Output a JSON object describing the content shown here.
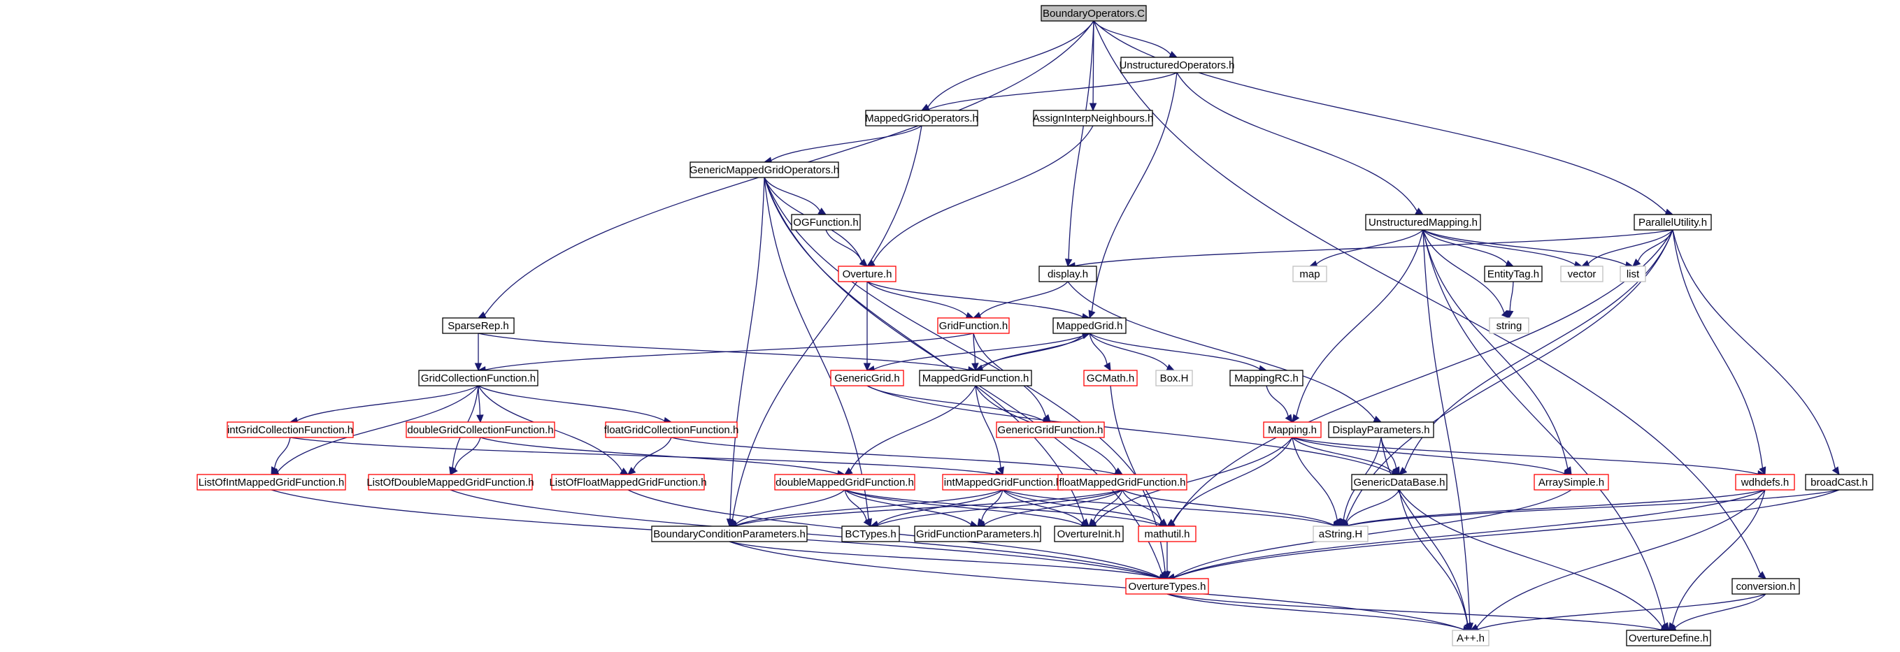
{
  "colors": {
    "edge": "#191970",
    "selected_fill": "#bfbfbf",
    "border_black": "#000000",
    "border_red": "#ff0000",
    "border_gray": "#bfbfbf"
  },
  "nodes": [
    {
      "id": "boundary_c",
      "label": "BoundaryOperators.C",
      "style": "selected"
    },
    {
      "id": "unstructured_ops",
      "label": "UnstructuredOperators.h",
      "style": "black"
    },
    {
      "id": "mapped_grid_ops",
      "label": "MappedGridOperators.h",
      "style": "black"
    },
    {
      "id": "assign_interp",
      "label": "AssignInterpNeighbours.h",
      "style": "black"
    },
    {
      "id": "generic_mgo",
      "label": "GenericMappedGridOperators.h",
      "style": "black"
    },
    {
      "id": "unstructured_mapping",
      "label": "UnstructuredMapping.h",
      "style": "black"
    },
    {
      "id": "parallel_utility",
      "label": "ParallelUtility.h",
      "style": "black"
    },
    {
      "id": "ogfunction",
      "label": "OGFunction.h",
      "style": "black"
    },
    {
      "id": "overture",
      "label": "Overture.h",
      "style": "red"
    },
    {
      "id": "display",
      "label": "display.h",
      "style": "black"
    },
    {
      "id": "map",
      "label": "map",
      "style": "gray"
    },
    {
      "id": "entitytag",
      "label": "EntityTag.h",
      "style": "black"
    },
    {
      "id": "vector",
      "label": "vector",
      "style": "gray"
    },
    {
      "id": "list",
      "label": "list",
      "style": "gray"
    },
    {
      "id": "string",
      "label": "string",
      "style": "gray"
    },
    {
      "id": "sparserep",
      "label": "SparseRep.h",
      "style": "black"
    },
    {
      "id": "gridfunction",
      "label": "GridFunction.h",
      "style": "red"
    },
    {
      "id": "mappedgrid",
      "label": "MappedGrid.h",
      "style": "black"
    },
    {
      "id": "gcf",
      "label": "GridCollectionFunction.h",
      "style": "black"
    },
    {
      "id": "genericgrid",
      "label": "GenericGrid.h",
      "style": "red"
    },
    {
      "id": "mgf",
      "label": "MappedGridFunction.h",
      "style": "black"
    },
    {
      "id": "gcmath",
      "label": "GCMath.h",
      "style": "red"
    },
    {
      "id": "boxh",
      "label": "Box.H",
      "style": "gray"
    },
    {
      "id": "mappingrc",
      "label": "MappingRC.h",
      "style": "black"
    },
    {
      "id": "ggf",
      "label": "GenericGridFunction.h",
      "style": "red"
    },
    {
      "id": "intgcf",
      "label": "intGridCollectionFunction.h",
      "style": "red"
    },
    {
      "id": "doublegcf",
      "label": "doubleGridCollectionFunction.h",
      "style": "red"
    },
    {
      "id": "floatgcf",
      "label": "floatGridCollectionFunction.h",
      "style": "red"
    },
    {
      "id": "mapping",
      "label": "Mapping.h",
      "style": "red"
    },
    {
      "id": "displayparams",
      "label": "DisplayParameters.h",
      "style": "black"
    },
    {
      "id": "listofint",
      "label": "ListOfIntMappedGridFunction.h",
      "style": "red"
    },
    {
      "id": "listofdouble",
      "label": "ListOfDoubleMappedGridFunction.h",
      "style": "red"
    },
    {
      "id": "listoffloat",
      "label": "ListOfFloatMappedGridFunction.h",
      "style": "red"
    },
    {
      "id": "doublemgf",
      "label": "doubleMappedGridFunction.h",
      "style": "red"
    },
    {
      "id": "intmgf",
      "label": "intMappedGridFunction.h",
      "style": "red"
    },
    {
      "id": "floatmgf",
      "label": "floatMappedGridFunction.h",
      "style": "red"
    },
    {
      "id": "genericdb",
      "label": "GenericDataBase.h",
      "style": "black"
    },
    {
      "id": "arraysimple",
      "label": "ArraySimple.h",
      "style": "red"
    },
    {
      "id": "wdhdefs",
      "label": "wdhdefs.h",
      "style": "red"
    },
    {
      "id": "broadcast",
      "label": "broadCast.h",
      "style": "black"
    },
    {
      "id": "bcparams",
      "label": "BoundaryConditionParameters.h",
      "style": "black"
    },
    {
      "id": "bctypes",
      "label": "BCTypes.h",
      "style": "black"
    },
    {
      "id": "gfparams",
      "label": "GridFunctionParameters.h",
      "style": "black"
    },
    {
      "id": "overtureinit",
      "label": "OvertureInit.h",
      "style": "black"
    },
    {
      "id": "mathutil",
      "label": "mathutil.h",
      "style": "red"
    },
    {
      "id": "astring",
      "label": "aString.H",
      "style": "gray"
    },
    {
      "id": "overturetypes",
      "label": "OvertureTypes.h",
      "style": "red"
    },
    {
      "id": "conversion",
      "label": "conversion.h",
      "style": "black"
    },
    {
      "id": "appph",
      "label": "A++.h",
      "style": "gray"
    },
    {
      "id": "overturedefine",
      "label": "OvertureDefine.h",
      "style": "black"
    }
  ],
  "edges": [
    [
      "boundary_c",
      "unstructured_ops"
    ],
    [
      "boundary_c",
      "mapped_grid_ops"
    ],
    [
      "boundary_c",
      "assign_interp"
    ],
    [
      "boundary_c",
      "display"
    ],
    [
      "boundary_c",
      "sparserep"
    ],
    [
      "boundary_c",
      "parallel_utility"
    ],
    [
      "boundary_c",
      "conversion"
    ],
    [
      "unstructured_ops",
      "mapped_grid_ops"
    ],
    [
      "unstructured_ops",
      "unstructured_mapping"
    ],
    [
      "unstructured_ops",
      "mappedgrid"
    ],
    [
      "mapped_grid_ops",
      "generic_mgo"
    ],
    [
      "mapped_grid_ops",
      "bcparams"
    ],
    [
      "assign_interp",
      "overture"
    ],
    [
      "generic_mgo",
      "ogfunction"
    ],
    [
      "generic_mgo",
      "overture"
    ],
    [
      "generic_mgo",
      "bcparams"
    ],
    [
      "generic_mgo",
      "bctypes"
    ],
    [
      "generic_mgo",
      "mathutil"
    ],
    [
      "generic_mgo",
      "overturetypes"
    ],
    [
      "generic_mgo",
      "overtureinit"
    ],
    [
      "ogfunction",
      "overture"
    ],
    [
      "overture",
      "gridfunction"
    ],
    [
      "overture",
      "mappedgrid"
    ],
    [
      "overture",
      "genericgrid"
    ],
    [
      "unstructured_mapping",
      "map"
    ],
    [
      "unstructured_mapping",
      "entitytag"
    ],
    [
      "unstructured_mapping",
      "vector"
    ],
    [
      "unstructured_mapping",
      "list"
    ],
    [
      "unstructured_mapping",
      "string"
    ],
    [
      "unstructured_mapping",
      "mapping"
    ],
    [
      "unstructured_mapping",
      "arraysimple"
    ],
    [
      "unstructured_mapping",
      "overturedefine"
    ],
    [
      "unstructured_mapping",
      "appph"
    ],
    [
      "parallel_utility",
      "display"
    ],
    [
      "parallel_utility",
      "vector"
    ],
    [
      "parallel_utility",
      "list"
    ],
    [
      "parallel_utility",
      "genericdb"
    ],
    [
      "parallel_utility",
      "wdhdefs"
    ],
    [
      "parallel_utility",
      "broadcast"
    ],
    [
      "parallel_utility",
      "mathutil"
    ],
    [
      "parallel_utility",
      "astring"
    ],
    [
      "entitytag",
      "string"
    ],
    [
      "display",
      "gridfunction"
    ],
    [
      "display",
      "displayparams"
    ],
    [
      "sparserep",
      "gcf"
    ],
    [
      "sparserep",
      "mgf"
    ],
    [
      "gridfunction",
      "mgf"
    ],
    [
      "gridfunction",
      "gcf"
    ],
    [
      "gridfunction",
      "ggf"
    ],
    [
      "mappedgrid",
      "genericgrid"
    ],
    [
      "mappedgrid",
      "mgf"
    ],
    [
      "mappedgrid",
      "gcmath"
    ],
    [
      "mappedgrid",
      "boxh"
    ],
    [
      "mappedgrid",
      "mappingrc"
    ],
    [
      "gcf",
      "intgcf"
    ],
    [
      "gcf",
      "doublegcf"
    ],
    [
      "gcf",
      "floatgcf"
    ],
    [
      "gcf",
      "listofint"
    ],
    [
      "gcf",
      "listofdouble"
    ],
    [
      "gcf",
      "listoffloat"
    ],
    [
      "genericgrid",
      "ggf"
    ],
    [
      "genericgrid",
      "genericdb"
    ],
    [
      "mgf",
      "mappedgrid"
    ],
    [
      "mgf",
      "doublemgf"
    ],
    [
      "mgf",
      "floatmgf"
    ],
    [
      "mgf",
      "intmgf"
    ],
    [
      "gcmath",
      "overturetypes"
    ],
    [
      "mappingrc",
      "mapping"
    ],
    [
      "intgcf",
      "listofint"
    ],
    [
      "intgcf",
      "intmgf"
    ],
    [
      "doublegcf",
      "listofdouble"
    ],
    [
      "doublegcf",
      "doublemgf"
    ],
    [
      "floatgcf",
      "listoffloat"
    ],
    [
      "floatgcf",
      "floatmgf"
    ],
    [
      "mapping",
      "genericdb"
    ],
    [
      "mapping",
      "arraysimple"
    ],
    [
      "mapping",
      "wdhdefs"
    ],
    [
      "mapping",
      "mathutil"
    ],
    [
      "mapping",
      "astring"
    ],
    [
      "mapping",
      "overtureinit"
    ],
    [
      "displayparams",
      "genericdb"
    ],
    [
      "displayparams",
      "astring"
    ],
    [
      "displayparams",
      "appph"
    ],
    [
      "listofint",
      "overturetypes"
    ],
    [
      "listofdouble",
      "overturetypes"
    ],
    [
      "listoffloat",
      "overturetypes"
    ],
    [
      "doublemgf",
      "bcparams"
    ],
    [
      "doublemgf",
      "bctypes"
    ],
    [
      "doublemgf",
      "gfparams"
    ],
    [
      "doublemgf",
      "overtureinit"
    ],
    [
      "doublemgf",
      "mathutil"
    ],
    [
      "intmgf",
      "bcparams"
    ],
    [
      "intmgf",
      "bctypes"
    ],
    [
      "intmgf",
      "gfparams"
    ],
    [
      "intmgf",
      "overtureinit"
    ],
    [
      "intmgf",
      "mathutil"
    ],
    [
      "intmgf",
      "astring"
    ],
    [
      "floatmgf",
      "bcparams"
    ],
    [
      "floatmgf",
      "bctypes"
    ],
    [
      "floatmgf",
      "gfparams"
    ],
    [
      "floatmgf",
      "overtureinit"
    ],
    [
      "floatmgf",
      "mathutil"
    ],
    [
      "floatmgf",
      "astring"
    ],
    [
      "genericdb",
      "astring"
    ],
    [
      "genericdb",
      "appph"
    ],
    [
      "genericdb",
      "overturedefine"
    ],
    [
      "arraysimple",
      "overturetypes"
    ],
    [
      "wdhdefs",
      "astring"
    ],
    [
      "wdhdefs",
      "overturetypes"
    ],
    [
      "wdhdefs",
      "appph"
    ],
    [
      "wdhdefs",
      "overturedefine"
    ],
    [
      "broadcast",
      "astring"
    ],
    [
      "broadcast",
      "overturetypes"
    ],
    [
      "bcparams",
      "overturetypes"
    ],
    [
      "bcparams",
      "appph"
    ],
    [
      "mathutil",
      "overturetypes"
    ],
    [
      "overturetypes",
      "appph"
    ],
    [
      "overturetypes",
      "overturedefine"
    ],
    [
      "conversion",
      "appph"
    ],
    [
      "conversion",
      "overturedefine"
    ]
  ]
}
